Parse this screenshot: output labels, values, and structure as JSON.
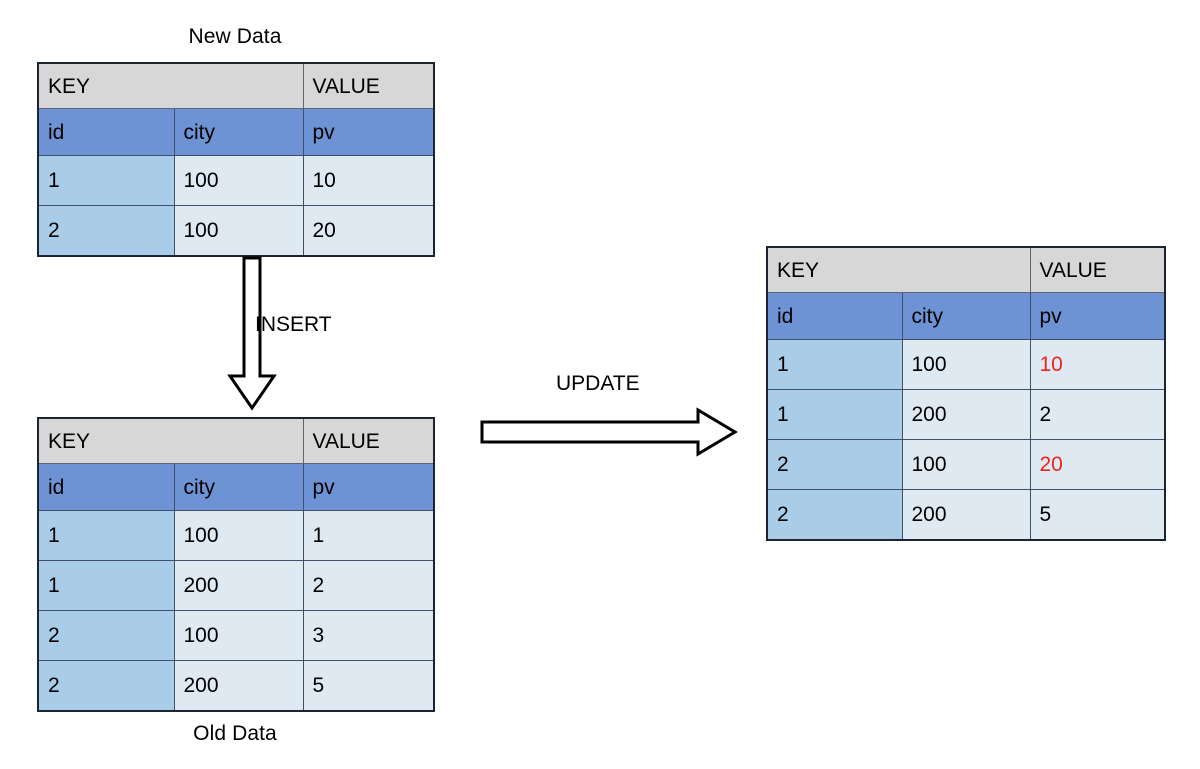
{
  "diagram": {
    "title_new_data": "New Data",
    "title_old_data": "Old Data",
    "colors": {
      "group_header_bg": "#d7d7d7",
      "column_header_bg": "#6d93d4",
      "key_cell_bg": "#a9cde8",
      "value_cell_bg": "#dee9f1",
      "border": "#1b2430",
      "changed_text": "#ee2222",
      "background": "#ffffff"
    }
  },
  "tables": {
    "new_data": {
      "name": "New Data",
      "group_headers": [
        "KEY",
        "VALUE"
      ],
      "column_headers": [
        "id",
        "city",
        "pv"
      ],
      "rows": [
        {
          "id": "1",
          "city": "100",
          "pv": "10",
          "pv_changed": false
        },
        {
          "id": "2",
          "city": "100",
          "pv": "20",
          "pv_changed": false
        }
      ]
    },
    "old_data": {
      "name": "Old Data",
      "group_headers": [
        "KEY",
        "VALUE"
      ],
      "column_headers": [
        "id",
        "city",
        "pv"
      ],
      "rows": [
        {
          "id": "1",
          "city": "100",
          "pv": "1",
          "pv_changed": false
        },
        {
          "id": "1",
          "city": "200",
          "pv": "2",
          "pv_changed": false
        },
        {
          "id": "2",
          "city": "100",
          "pv": "3",
          "pv_changed": false
        },
        {
          "id": "2",
          "city": "200",
          "pv": "5",
          "pv_changed": false
        }
      ]
    },
    "result": {
      "name": "",
      "group_headers": [
        "KEY",
        "VALUE"
      ],
      "column_headers": [
        "id",
        "city",
        "pv"
      ],
      "rows": [
        {
          "id": "1",
          "city": "100",
          "pv": "10",
          "pv_changed": true
        },
        {
          "id": "1",
          "city": "200",
          "pv": "2",
          "pv_changed": false
        },
        {
          "id": "2",
          "city": "100",
          "pv": "20",
          "pv_changed": true
        },
        {
          "id": "2",
          "city": "200",
          "pv": "5",
          "pv_changed": false
        }
      ]
    }
  },
  "arrows": {
    "insert": {
      "label": "INSERT",
      "direction": "down",
      "icon": "block-arrow-down-icon"
    },
    "update": {
      "label": "UPDATE",
      "direction": "right",
      "icon": "block-arrow-right-icon"
    }
  }
}
